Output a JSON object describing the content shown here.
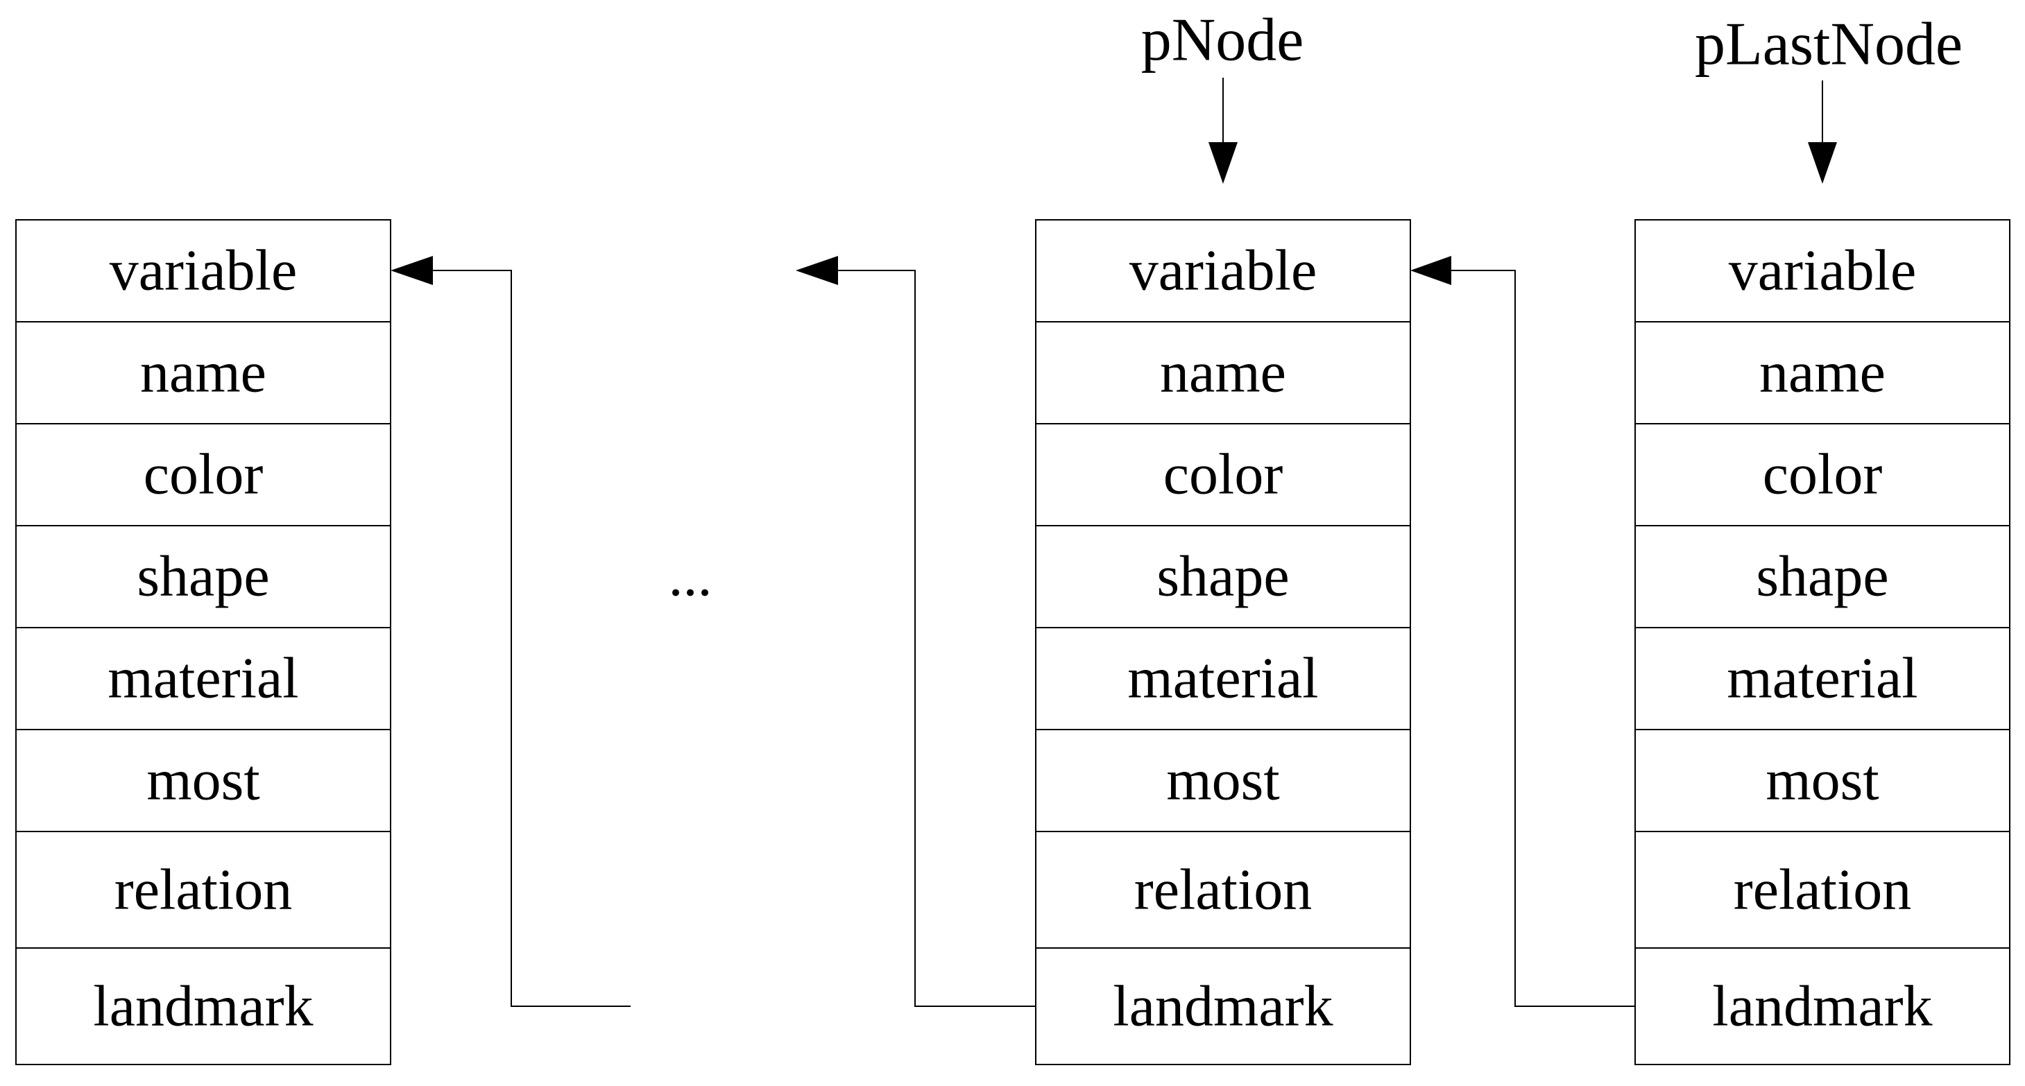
{
  "pointers": {
    "pnode_label": "pNode",
    "plastnode_label": "pLastNode"
  },
  "ellipsis": "...",
  "nodes": [
    {
      "fields": [
        "variable",
        "name",
        "color",
        "shape",
        "material",
        "most",
        "relation",
        "landmark"
      ]
    },
    {
      "fields": [
        "variable",
        "name",
        "color",
        "shape",
        "material",
        "most",
        "relation",
        "landmark"
      ]
    },
    {
      "fields": [
        "variable",
        "name",
        "color",
        "shape",
        "material",
        "most",
        "relation",
        "landmark"
      ]
    }
  ],
  "colors": {
    "stroke": "#000000",
    "background": "#ffffff"
  }
}
